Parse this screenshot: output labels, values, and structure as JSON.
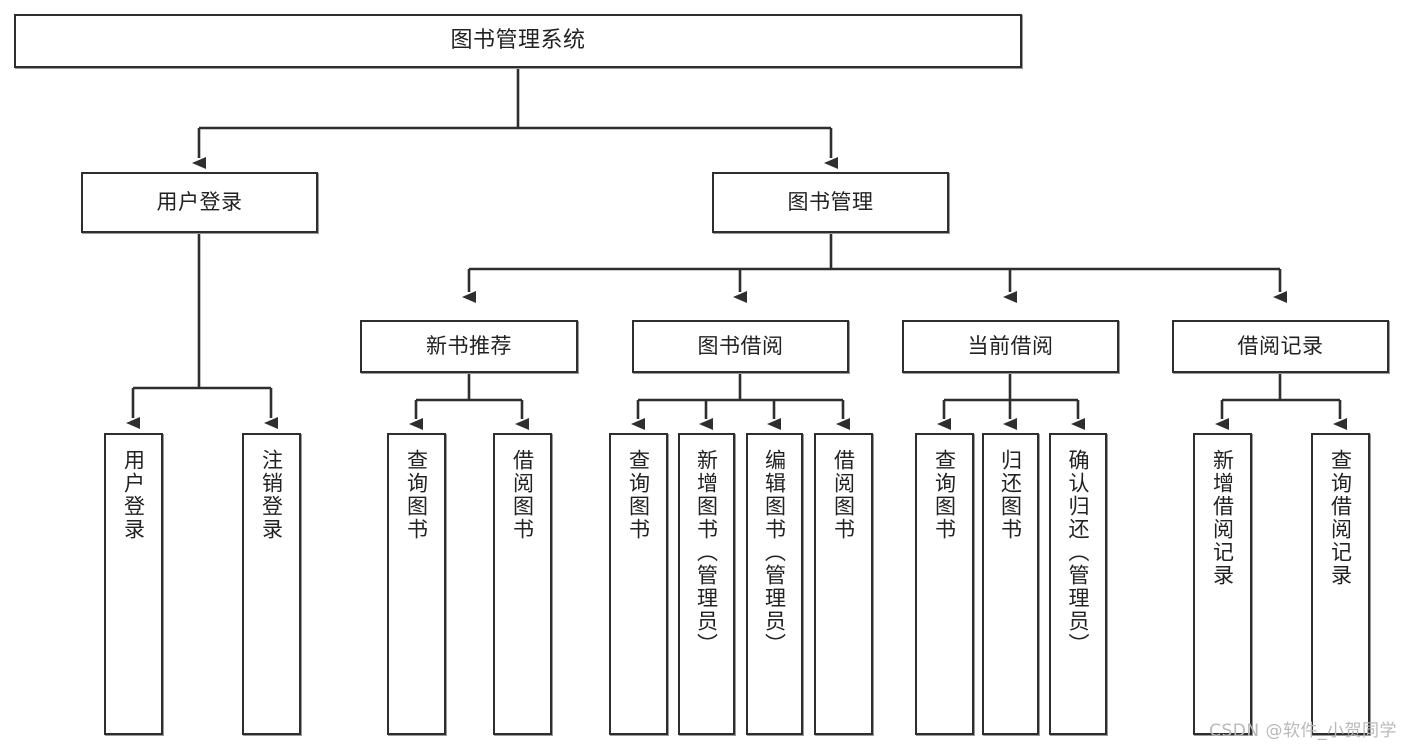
{
  "diagram": {
    "title": "图书管理系统",
    "type": "tree",
    "watermark": "CSDN @软件_小贺同学",
    "colors": {
      "stroke": "#2e2e2e",
      "fill": "#ffffff",
      "text": "#222222",
      "watermark": "#b9b9b9"
    },
    "nodes": {
      "root": {
        "label": "图书管理系统"
      },
      "level2": [
        {
          "id": "user-login",
          "label": "用户登录"
        },
        {
          "id": "book-management",
          "label": "图书管理"
        }
      ],
      "level3": [
        {
          "id": "new-book-recommend",
          "label": "新书推荐"
        },
        {
          "id": "book-borrow",
          "label": "图书借阅"
        },
        {
          "id": "current-borrow",
          "label": "当前借阅"
        },
        {
          "id": "borrow-record",
          "label": "借阅记录"
        }
      ],
      "leaves": {
        "user-login": [
          {
            "id": "leaf-user-login",
            "label": "用户登录"
          },
          {
            "id": "leaf-logout",
            "label": "注销登录"
          }
        ],
        "new-book-recommend": [
          {
            "id": "leaf-query-book-1",
            "label": "查询图书"
          },
          {
            "id": "leaf-borrow-book-1",
            "label": "借阅图书"
          }
        ],
        "book-borrow": [
          {
            "id": "leaf-query-book-2",
            "label": "查询图书"
          },
          {
            "id": "leaf-add-book",
            "label": "新增图书（管理员）"
          },
          {
            "id": "leaf-edit-book",
            "label": "编辑图书（管理员）"
          },
          {
            "id": "leaf-borrow-book-2",
            "label": "借阅图书"
          }
        ],
        "current-borrow": [
          {
            "id": "leaf-query-book-3",
            "label": "查询图书"
          },
          {
            "id": "leaf-return-book",
            "label": "归还图书"
          },
          {
            "id": "leaf-confirm-return",
            "label": "确认归还（管理员）"
          }
        ],
        "borrow-record": [
          {
            "id": "leaf-add-record",
            "label": "新增借阅记录"
          },
          {
            "id": "leaf-query-record",
            "label": "查询借阅记录"
          }
        ]
      }
    }
  }
}
